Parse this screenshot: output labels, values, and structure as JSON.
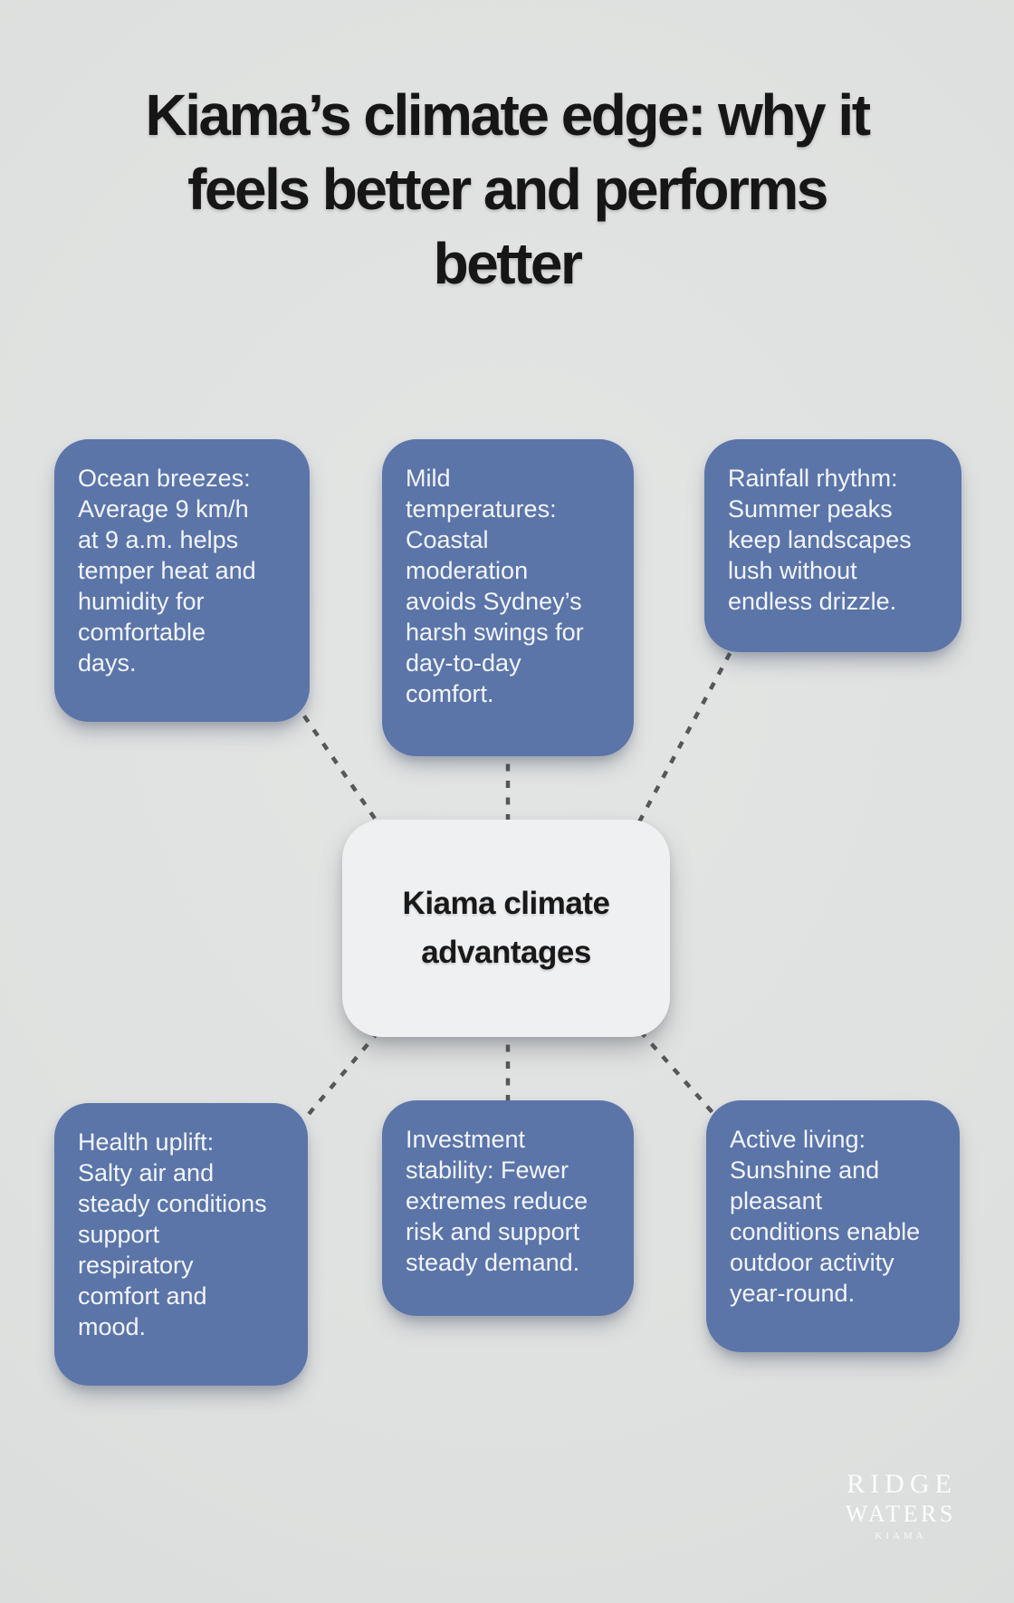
{
  "title": "Kiama’s climate edge: why it\nfeels better and performs\nbetter",
  "center": {
    "label": "Kiama climate\nadvantages"
  },
  "nodes": [
    {
      "id": "ocean-breezes",
      "text": "Ocean breezes:\nAverage 9 km/h\nat 9 a.m. helps\ntemper heat and\nhumidity for\ncomfortable\ndays."
    },
    {
      "id": "mild-temperatures",
      "text": "Mild\ntemperatures:\nCoastal\nmoderation\navoids Sydney’s\nharsh swings for\nday-to-day\ncomfort."
    },
    {
      "id": "rainfall-rhythm",
      "text": "Rainfall rhythm:\nSummer peaks\nkeep landscapes\nlush without\nendless drizzle."
    },
    {
      "id": "health-uplift",
      "text": "Health uplift:\nSalty air and\nsteady conditions\nsupport\nrespiratory\ncomfort and\nmood."
    },
    {
      "id": "investment-stability",
      "text": "Investment\nstability: Fewer\nextremes reduce\nrisk and support\nsteady demand."
    },
    {
      "id": "active-living",
      "text": "Active living:\nSunshine and\npleasant\nconditions enable\noutdoor activity\nyear-round."
    }
  ],
  "logo": {
    "line1": "RIDGE",
    "line2": "WATERS",
    "line3": "KIAMA"
  },
  "colors": {
    "background": "#dfe1e0",
    "node": "#5b75a9",
    "node_text": "#f3f5f9",
    "center_bg": "#eff0f2",
    "center_text": "#191919",
    "connector": "#565758",
    "title": "#161616",
    "logo": "#fbfcfc"
  }
}
